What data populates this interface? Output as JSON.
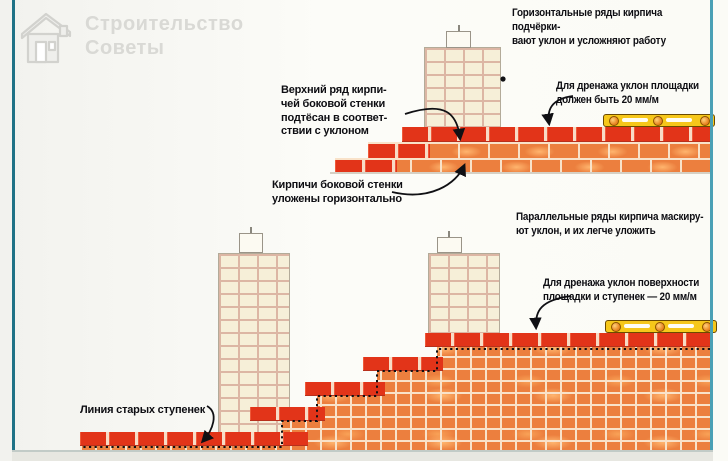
{
  "watermark": {
    "title": "Строительство",
    "subtitle": "Советы"
  },
  "colors": {
    "brick_red": "#e23419",
    "brick_orange": "#ec7f3e",
    "brick_cream": "#f6efd8",
    "level_yellow": "#f6c71a",
    "frame_teal_left": "#1f7286",
    "frame_teal_right": "#4aa0b5",
    "text": "#0e0e13"
  },
  "top_diagram": {
    "caption": "Горизонтальные ряды кирпича подчёрки-\nвают уклон и усложняют работу",
    "label_top_row": "Верхний ряд кирпи-\nчей боковой стенки\nподтёсан в соответ-\nствии с уклоном",
    "label_drainage": "Для дренажа уклон площадки\nдолжен быть 20 мм/м",
    "label_side_wall": "Кирпичи боковой стенки\nуложены горизонтально"
  },
  "bottom_diagram": {
    "caption": "Параллельные ряды кирпича маскиру-\nют уклон, и их легче уложить",
    "label_drainage": "Для дренажа уклон поверхности\nплощадки и ступенек — 20 мм/м",
    "label_old_steps": "Линия старых ступенек"
  }
}
